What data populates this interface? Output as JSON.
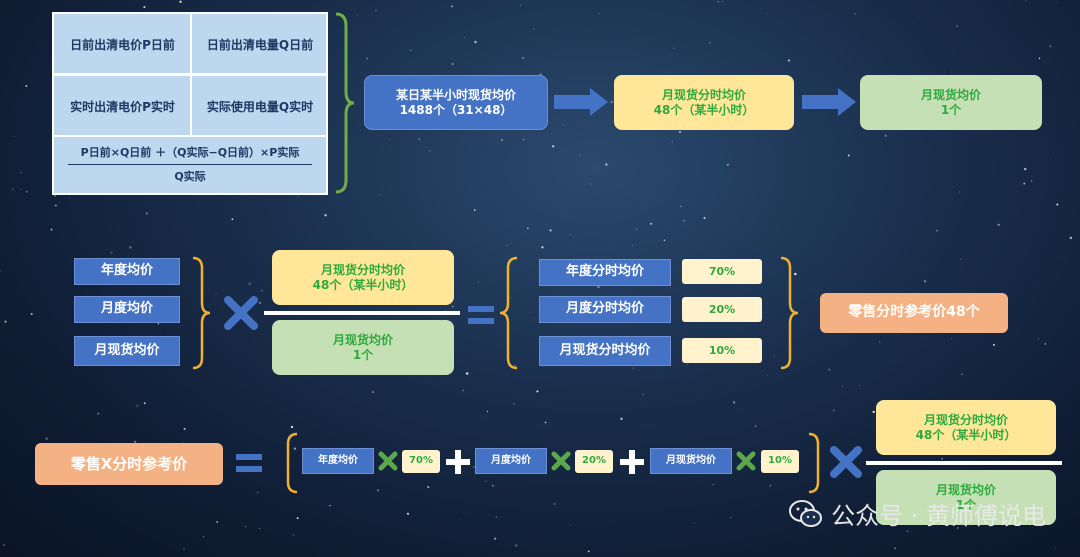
{
  "table": {
    "r1c1": "日前出清电价P日前",
    "r1c2": "日前出清电量Q日前",
    "r2c1": "实时出清电价P实时",
    "r2c2": "实际使用电量Q实时",
    "formula_num": "P日前×Q日前 ＋（Q实际−Q日前）×P实际",
    "formula_den": "Q实际"
  },
  "top_flow": {
    "box1_l1": "某日某半小时现货均价",
    "box1_l2": "1488个（31×48）",
    "box2_l1": "月现货分时均价",
    "box2_l2": "48个（某半小时）",
    "box3_l1": "月现货均价",
    "box3_l2": "1个"
  },
  "mid": {
    "left_items": [
      "年度均价",
      "月度均价",
      "月现货均价"
    ],
    "frac_top_l1": "月现货分时均价",
    "frac_top_l2": "48个（某半小时）",
    "frac_bot_l1": "月现货均价",
    "frac_bot_l2": "1个",
    "right_items": [
      "年度分时均价",
      "月度分时均价",
      "月现货分时均价"
    ],
    "pcts": [
      "70%",
      "20%",
      "10%"
    ],
    "result": "零售分时参考价48个"
  },
  "bottom": {
    "result": "零售X分时参考价",
    "terms": [
      "年度均价",
      "月度均价",
      "月现货均价"
    ],
    "pcts": [
      "70%",
      "20%",
      "10%"
    ],
    "frac_top_l1": "月现货分时均价",
    "frac_top_l2": "48个（某半小时）",
    "frac_bot_l1": "月现货均价",
    "frac_bot_l2": "1个"
  },
  "watermark": {
    "text": "公众号 · 黄师傅说电",
    "icon": "wechat-icon"
  },
  "colors": {
    "blue": "#4472c4",
    "yellow": "#ffe699",
    "green": "#c5e0b4",
    "orange": "#f4b183",
    "bracket_green": "#70ad47",
    "bracket_orange": "#f0b030",
    "x_blue": "#4472c4",
    "x_green": "#5aa84a"
  }
}
